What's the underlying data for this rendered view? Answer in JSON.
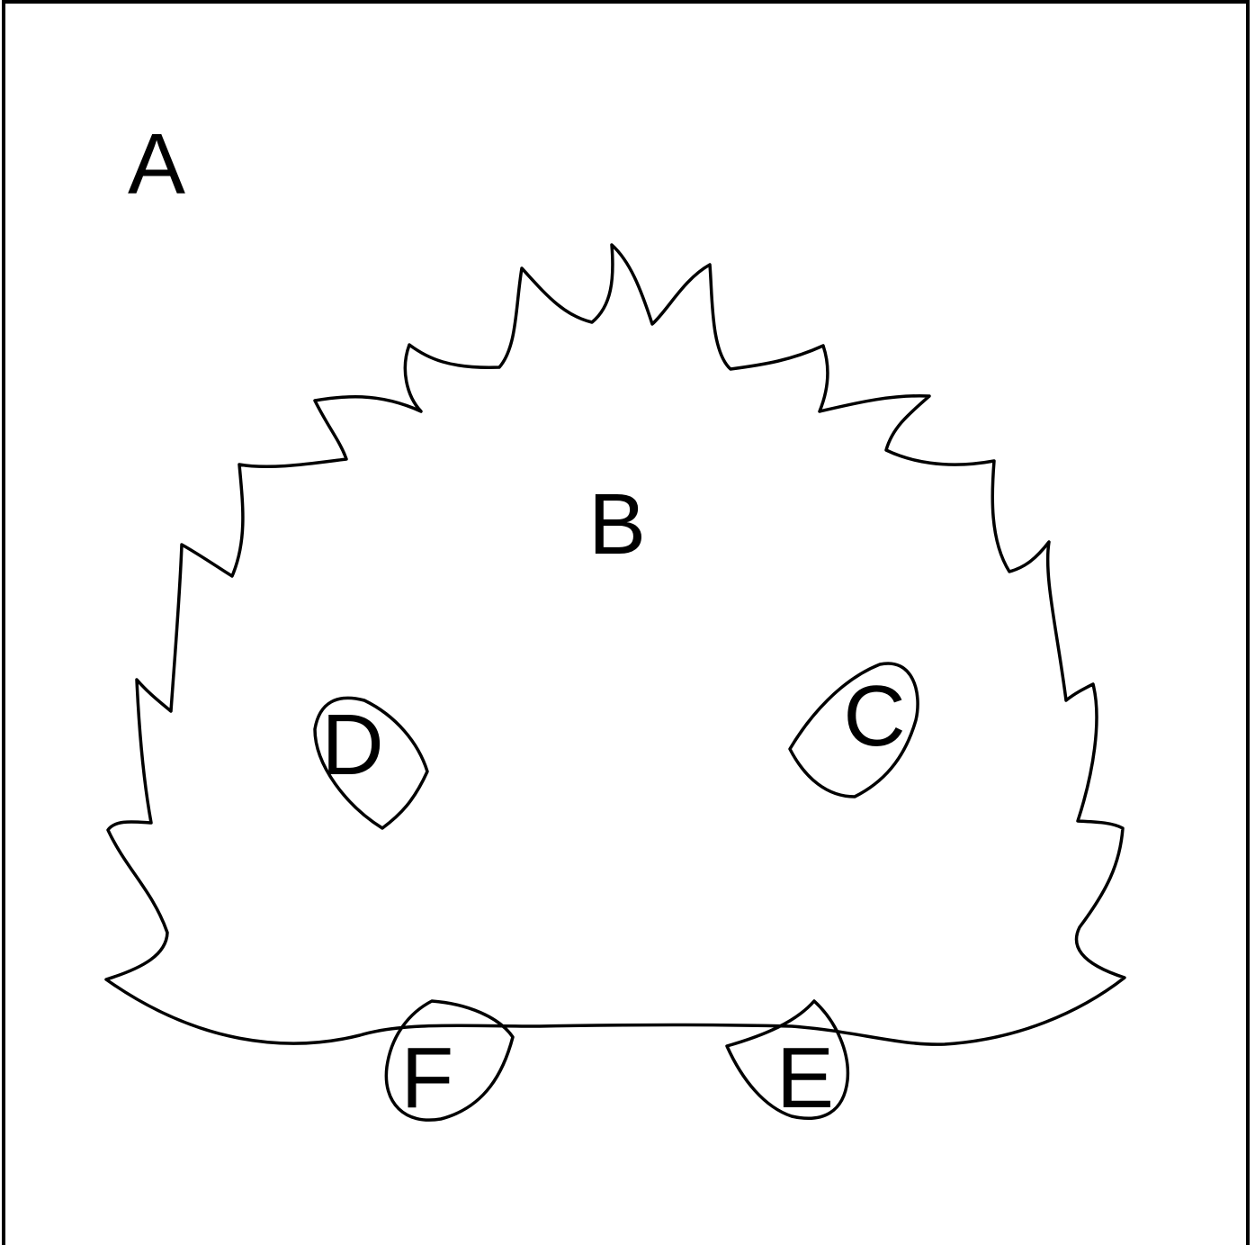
{
  "diagram": {
    "regions": [
      {
        "id": "A",
        "label": "A"
      },
      {
        "id": "B",
        "label": "B"
      },
      {
        "id": "C",
        "label": "C"
      },
      {
        "id": "D",
        "label": "D"
      },
      {
        "id": "E",
        "label": "E"
      },
      {
        "id": "F",
        "label": "F"
      }
    ]
  }
}
